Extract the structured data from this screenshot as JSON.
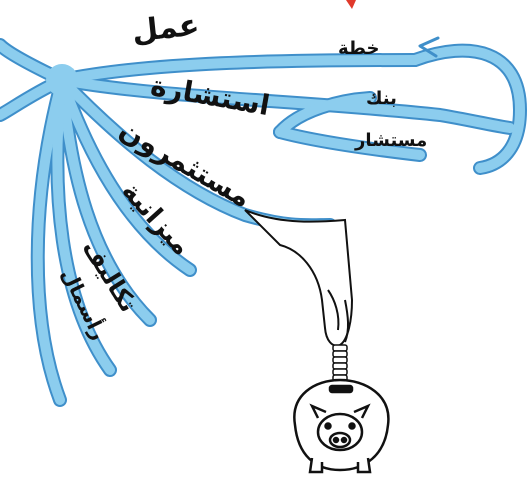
{
  "labels": {
    "work": "عمل",
    "plan": "خطة",
    "consulting": "استشارة",
    "bank": "بنك",
    "advisor": "مستشار",
    "investors": "مستثمرون",
    "budget": "ميزانية",
    "costs": "تكاليف",
    "capital": "رأسمال"
  },
  "colors": {
    "stream": "#8ccdee",
    "stream_edge": "#3f8fca",
    "ink": "#111111",
    "accent": "#e0392b",
    "hand_fill": "#ffffff"
  }
}
